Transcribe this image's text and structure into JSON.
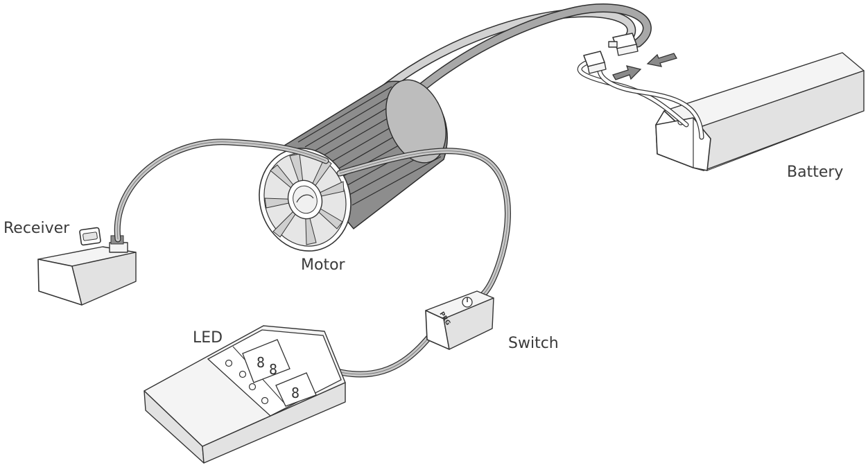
{
  "diagram": {
    "labels": {
      "battery": "Battery",
      "receiver": "Receiver",
      "motor": "Motor",
      "led": "LED",
      "switch": "Switch"
    },
    "switch_text": "PRG",
    "led_digits": [
      "8",
      "8",
      "8"
    ]
  }
}
